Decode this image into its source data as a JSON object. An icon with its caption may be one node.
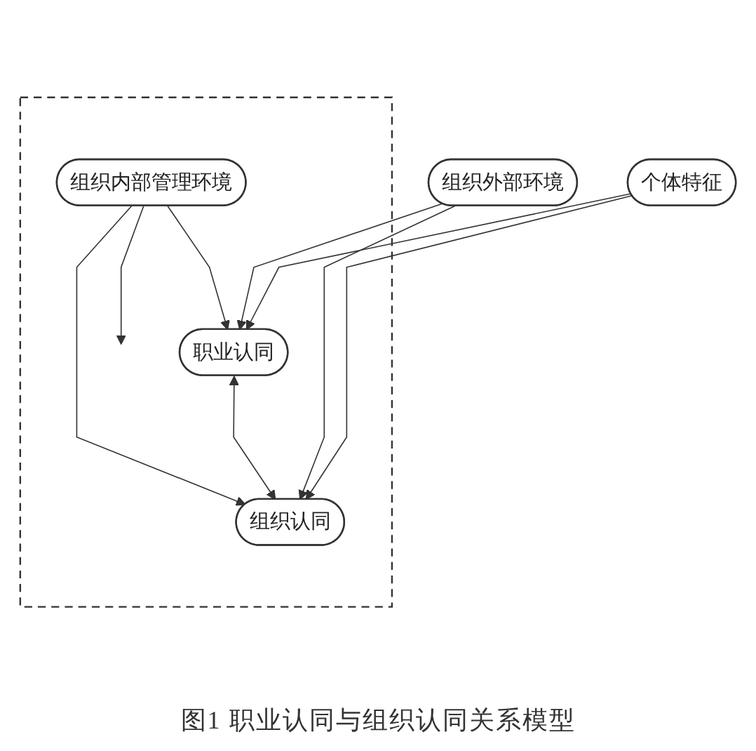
{
  "diagram": {
    "caption": "图1 职业认同与组织认同关系模型",
    "nodes": [
      {
        "text": [
          "个体特征"
        ]
      },
      {
        "text": [
          "组织外部环境"
        ]
      },
      {
        "text": [],
        "shape": "box"
      },
      {
        "text": [
          "职业认同"
        ],
        "in": 2
      },
      {
        "text": [
          "组织认同"
        ],
        "in": 2
      },
      {
        "text": [
          "组织内部管理环境"
        ],
        "in": 2
      }
    ],
    "edges": [
      {
        "from": 0,
        "to": 3,
        "arrow": "to"
      },
      {
        "from": 0,
        "to": 4,
        "arrow": "to"
      },
      {
        "from": 1,
        "to": 3,
        "arrow": "to"
      },
      {
        "from": 1,
        "to": 4,
        "arrow": "to"
      },
      {
        "from": 3,
        "to": 4,
        "arrow": "both"
      },
      {
        "from": 5,
        "to": 3,
        "arrow": "to"
      },
      {
        "from": 5,
        "to": null,
        "arrow": "to"
      },
      {
        "from": 5,
        "to": 4,
        "arrow": "to"
      }
    ]
  }
}
